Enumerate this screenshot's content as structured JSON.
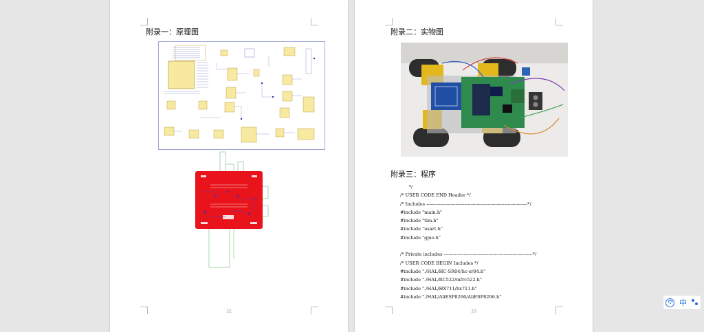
{
  "pages": [
    {
      "number": "32",
      "heading": "附录一：原理图",
      "figures": [
        "schematic-diagram",
        "pcb-layout"
      ]
    },
    {
      "number": "33",
      "heading_photo": "附录二：实物图",
      "heading_code": "附录三：程序",
      "figures": [
        "robot-car-photo"
      ],
      "code_lines": [
        "      */",
        "/* USER CODE END Header */",
        "/* Includes ------------------------------------------------------------------*/",
        "#include \"main.h\"",
        "#include \"tim.h\"",
        "#include \"usart.h\"",
        "#include \"gpio.h\"",
        "",
        "/* Private includes ----------------------------------------------------------*/",
        "/* USER CODE BEGIN Includes */",
        "#include \"./HAL/HC-SR04/hc-sr04.h\"",
        "#include \"./HAL/RC522/mfrc522.h\"",
        "#include \"./HAL/HX711/hx711.h\"",
        "#include \"./HAL/AliESP8266/AliESP8266.h\""
      ]
    }
  ],
  "ime_toolbar": {
    "logo_icon": "ime-logo-icon",
    "language": "中",
    "more_icon": "dots-icon"
  },
  "colors": {
    "background": "#e6e6e6",
    "pcb_red": "#e8131b",
    "schematic_border": "#9fa6d6",
    "ime_blue": "#2a6dd9"
  }
}
